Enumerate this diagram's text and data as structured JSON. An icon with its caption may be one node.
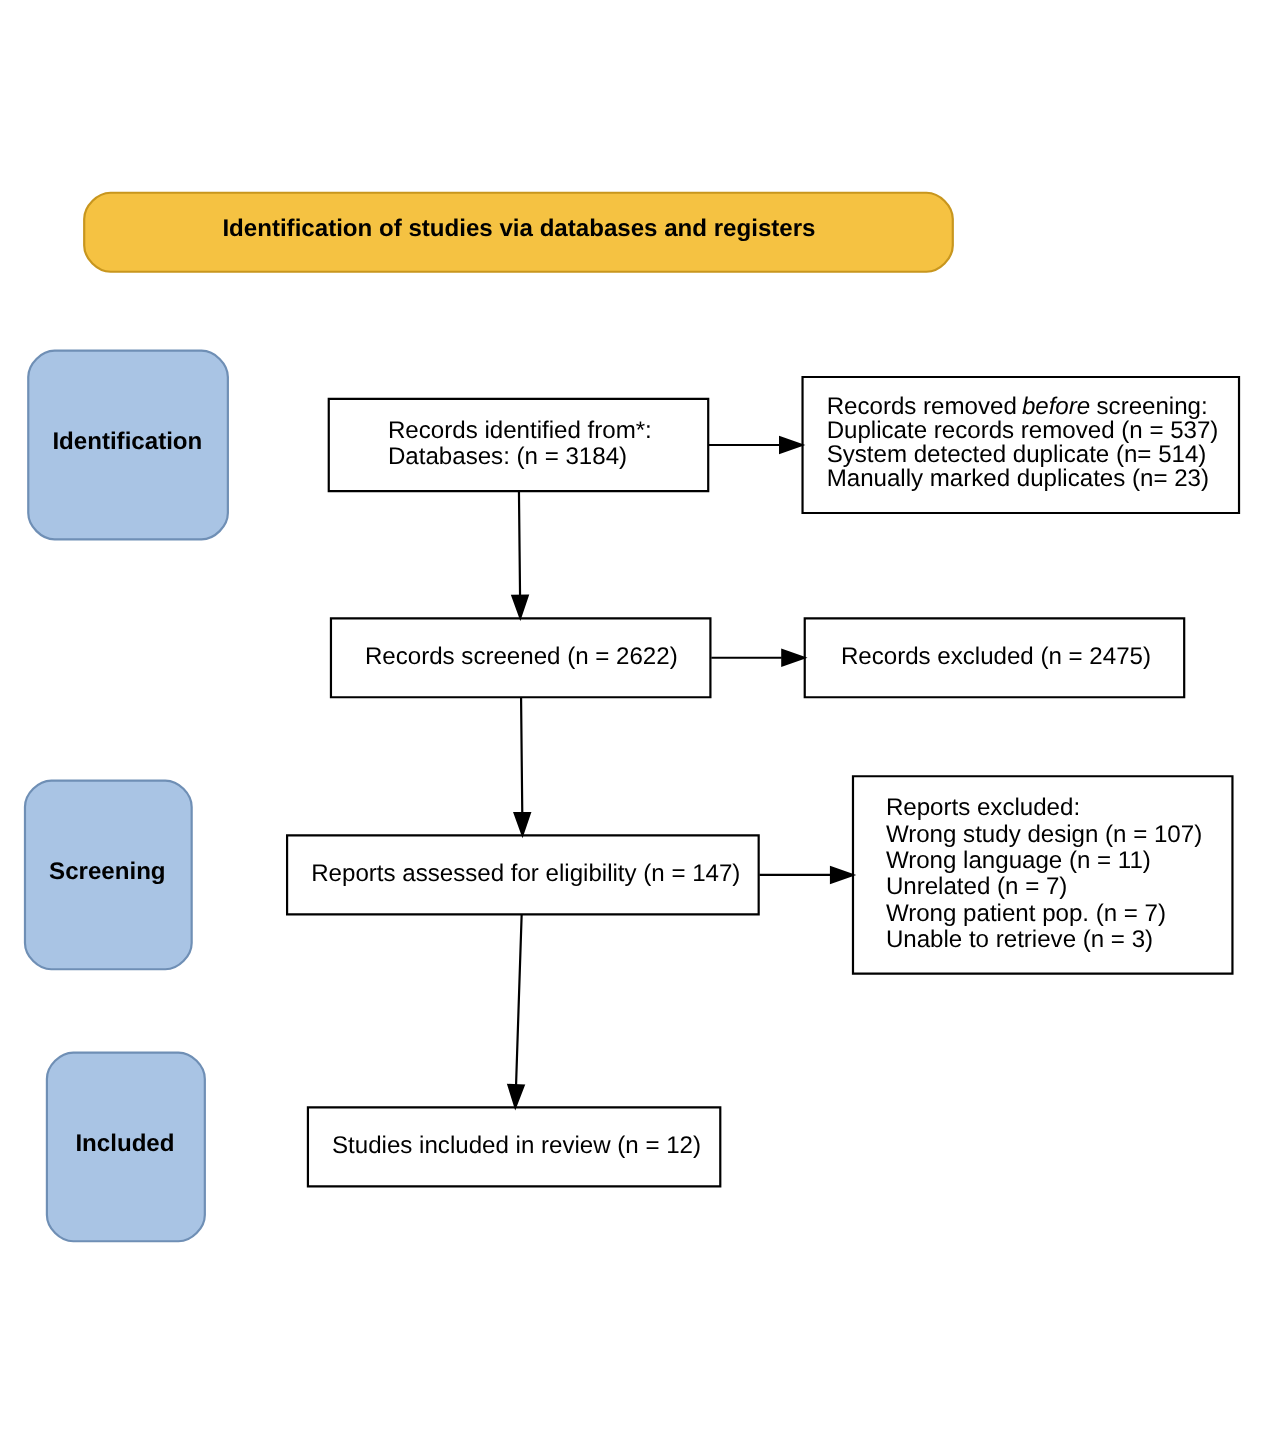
{
  "diagram": {
    "nodes": [
      {
        "text": [
          "Identification of studies via databases and registers"
        ]
      },
      {
        "text": [
          "Identification"
        ]
      },
      {
        "text": [
          "Screening"
        ]
      },
      {
        "text": [
          "Included"
        ]
      },
      {
        "text": [
          "Records identified from*:",
          "Databases: (n = 3184)"
        ]
      },
      {
        "text": [
          "Records removed *before* screening:",
          "Duplicate records removed (n = 537)",
          "System detected duplicate (n= 514)",
          "Manually marked duplicates (n= 23)"
        ]
      },
      {
        "text": [
          "Records screened (n = 2622)"
        ]
      },
      {
        "text": [
          "Records excluded (n = 2475)"
        ]
      },
      {
        "text": [
          "Reports assessed for eligibility (n = 147)"
        ]
      },
      {
        "text": [
          "Reports excluded:",
          "Wrong study design (n = 107)",
          "Wrong language (n = 11)",
          "Unrelated (n = 7)",
          "Wrong patient pop. (n = 7)",
          "Unable to retrieve (n = 3)"
        ]
      },
      {
        "text": [
          "Studies included in review (n = 12)"
        ]
      }
    ],
    "edges": [
      {
        "from": 4,
        "to": 5,
        "arrow": "to"
      },
      {
        "from": 4,
        "to": 6,
        "arrow": "to"
      },
      {
        "from": 6,
        "to": 7,
        "arrow": "to"
      },
      {
        "from": 6,
        "to": 8,
        "arrow": "to"
      },
      {
        "from": 8,
        "to": 9,
        "arrow": "to"
      },
      {
        "from": 8,
        "to": 10,
        "arrow": "to"
      }
    ]
  }
}
